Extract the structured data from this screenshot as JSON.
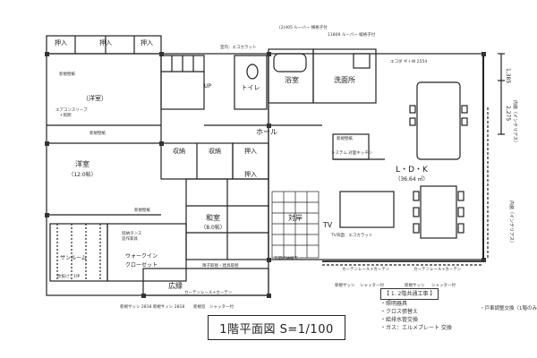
{
  "drawing": {
    "title": "1階平面図 S=1/100"
  },
  "rooms": {
    "western1": "（洋室）",
    "western2": "洋室",
    "western2_area": "（12.0帖）",
    "ldk": "L・D・K",
    "ldk_area": "（36.64 ㎡）",
    "washitsu": "和室",
    "washitsu_area": "（8.0帖）",
    "bath": "浴室",
    "washroom": "洗面所",
    "toilet": "トイレ",
    "hall": "ホール",
    "entrance": "広縁",
    "kitchen_mark": "対岸",
    "sunroom": "サンルーム",
    "walkin1": "ウォークイン",
    "walkin2": "クローゼット",
    "tv": "TV",
    "storage": "収納"
  },
  "labels": {
    "oshiire": "押入",
    "up": "UP",
    "ac_sleeve": "エアコンスリーブ",
    "ac_sleeve_sub": "＋照明",
    "ru_ba_top1": "(2)405 ルーバー 横格子付",
    "ru_ba_top2": "11809 ルーバー 縦格子付",
    "window_top_ldk": "エコダ ギ＋W 2554",
    "system_kitchen": "システム 対面キッチン",
    "curtain_rail": "カーテンレール+カーテン",
    "new_sash": "新規サッシ",
    "shutter": "シャッター付",
    "dim1": "1,385",
    "dim2": "2,275",
    "inner_plus1": "内装（インテリアス）",
    "inner_plus2": "内装（インテリアス）",
    "new_wall": "新規壁紙",
    "closet_note1": "収納タンス",
    "closet_note2": "造作家具",
    "sun_note": "吹抜け：1坪",
    "ecocarat": "室内：エコカラット",
    "tv_ecocarat": "TV背面：エコカラット",
    "new_sash_bottom": "新規サッシ 2818  新規サッシ 2818",
    "shutter_bottom": "新規窓　シャッター付",
    "sliding_door": "障子取替・建具取替",
    "curtain_bottom": "カーテンレール+カーテン",
    "entrance_remove": "玄関収納撤去"
  },
  "notes": {
    "header": "【 1. 2階共通工事 】",
    "line1": "・照明器具",
    "line2": "・クロス張替え",
    "line3": "・給排水管交換",
    "line4": "・ガス：エルメプレート 交換",
    "right": "・戸車調整交換（1階のみ）"
  }
}
